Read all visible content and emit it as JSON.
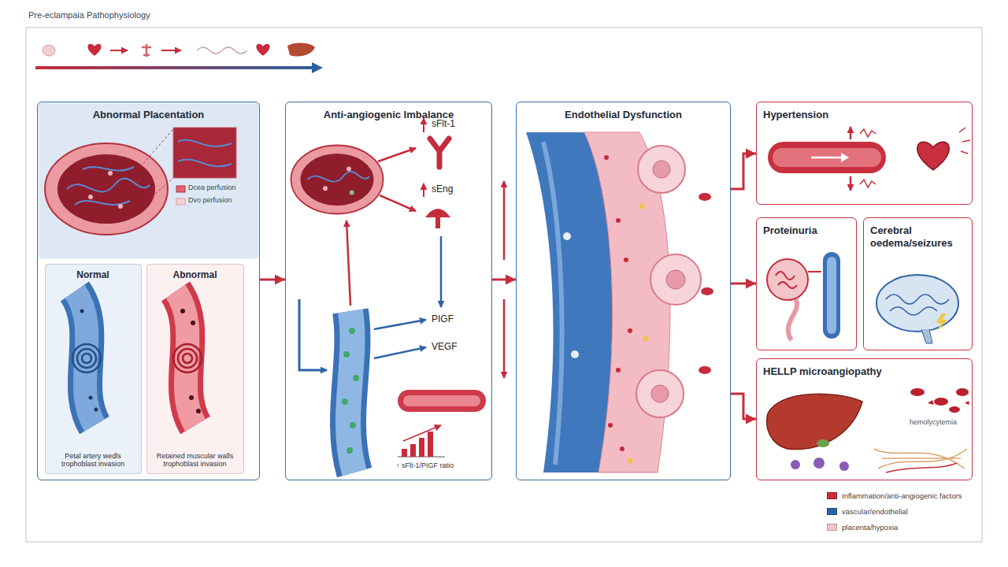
{
  "diagram": {
    "title": "Pre-eclampaia Pathophysiology",
    "nodes": [
      {
        "text": [
          "Abnormal Placentation"
        ]
      },
      {
        "text": [
          "Normal",
          "Petal artery wedls trophoblast invasion"
        ],
        "in": 0
      },
      {
        "text": [
          "Abnormal",
          "Retained muscular walls trophoblast invasion"
        ],
        "in": 0
      },
      {
        "text": [
          "Anti-angiogenic Imbalance"
        ]
      },
      {
        "text": [
          "Endothelial Dysfunction"
        ]
      },
      {
        "text": [
          "Hypertension"
        ]
      },
      {
        "text": [
          "Proteinuria"
        ]
      },
      {
        "text": [
          "Cerebral oedema/seizures"
        ]
      },
      {
        "text": [
          "HELLP microangiopathy"
        ]
      }
    ],
    "edges": [
      {
        "from": 0,
        "to": 3,
        "arrow": "to"
      },
      {
        "from": 3,
        "to": 4,
        "arrow": "to"
      },
      {
        "from": 4,
        "to": 5,
        "arrow": "to"
      },
      {
        "from": 4,
        "to": 6,
        "arrow": "to"
      },
      {
        "from": 4,
        "to": 8,
        "arrow": "to"
      }
    ],
    "labels": [
      "Dcea perfusion",
      "Dvo perfusion",
      "sFlt-1",
      "sEng",
      "PIGF",
      "VEGF",
      "↑ sFlt-1/PIGF ratio",
      "hemolycytemia"
    ],
    "legend": [
      {
        "text": "Inflammation/anti-angiogenic factors",
        "color": "#c62c3c"
      },
      {
        "text": "vascular/endothelial",
        "color": "#2f63a8"
      },
      {
        "text": "placenta/hypoxia",
        "color": "#f5c6c9"
      }
    ]
  }
}
